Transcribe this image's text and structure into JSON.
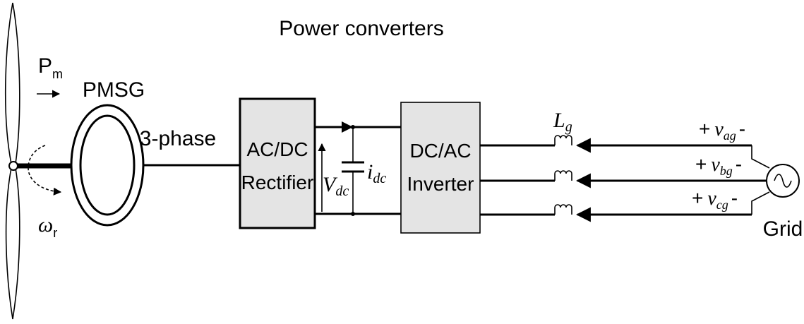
{
  "title": "Power converters",
  "turbine": {
    "power_symbol": "P",
    "power_sub": "m",
    "speed_symbol": "ω",
    "speed_sub": "r"
  },
  "generator": {
    "label": "PMSG"
  },
  "link": {
    "label": "3-phase"
  },
  "rectifier": {
    "line1": "AC/DC",
    "line2": "Rectifier"
  },
  "inverter": {
    "line1": "DC/AC",
    "line2": "Inverter"
  },
  "dc_link": {
    "voltage_symbol": "V",
    "voltage_sub": "dc",
    "current_symbol": "i",
    "current_sub": "dc"
  },
  "filter": {
    "symbol": "L",
    "sub": "g"
  },
  "phases": [
    {
      "sign_plus": "+",
      "symbol": "v",
      "sub": "ag",
      "sign_minus": "-"
    },
    {
      "sign_plus": "+",
      "symbol": "v",
      "sub": "bg",
      "sign_minus": "-"
    },
    {
      "sign_plus": "+",
      "symbol": "v",
      "sub": "cg",
      "sign_minus": "-"
    }
  ],
  "grid": {
    "label": "Grid"
  }
}
